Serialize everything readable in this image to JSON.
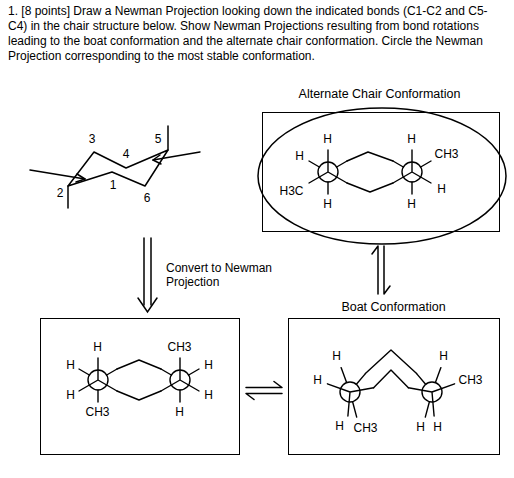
{
  "diagram": {
    "title": "1. [8 points] Draw a Newman Projection looking down the indicated bonds (C1-C2 and C5-C4) in the chair structure below. Show Newman Projections resulting from bond rotations leading to the boat conformation and the alternate chair conformation. Circle the Newman Projection corresponding to the most stable conformation.",
    "nodes": [
      {
        "text": [
          "Alternate Chair Conformation",
          "H",
          "H",
          "H",
          "CH3",
          "H3C",
          "H",
          "H",
          "H"
        ]
      },
      {
        "text": [
          "H",
          "CH3",
          "H",
          "H",
          "H",
          "H",
          "CH3",
          "H"
        ]
      },
      {
        "text": [
          "Boat Conformation",
          "H",
          "H",
          "H",
          "CH3",
          "H",
          "CH3",
          "H",
          "H"
        ]
      }
    ],
    "edges": [
      {
        "from": 1,
        "to": 2,
        "arrow": "both"
      },
      {
        "from": 0,
        "to": 2,
        "arrow": "both"
      }
    ],
    "labels": [
      "3",
      "4",
      "5",
      "1",
      "2",
      "6",
      "Convert to Newman Projection"
    ]
  }
}
